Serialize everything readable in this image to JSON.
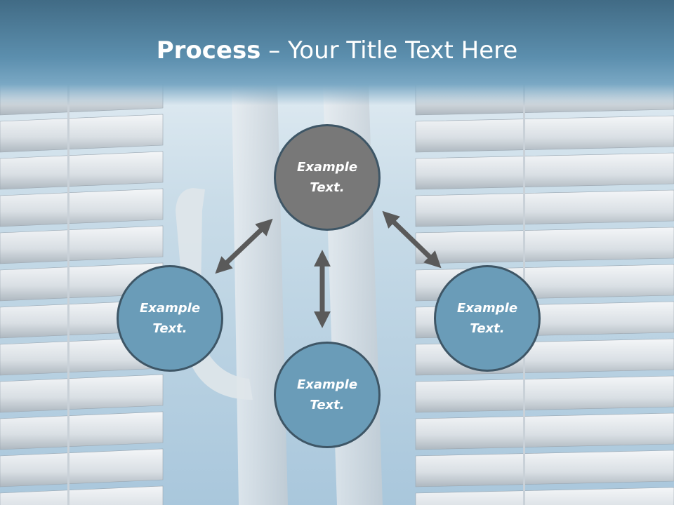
{
  "title": {
    "bold": "Process",
    "rest": " – Your Title Text Here"
  },
  "nodes": [
    {
      "id": "top",
      "line1": "Example",
      "line2": "Text."
    },
    {
      "id": "left",
      "line1": "Example",
      "line2": "Text."
    },
    {
      "id": "bottom",
      "line1": "Example",
      "line2": "Text."
    },
    {
      "id": "right",
      "line1": "Example",
      "line2": "Text."
    }
  ],
  "colors": {
    "header": "#4f82a1",
    "top_node": "#787878",
    "side_nodes": "#6a9cb8",
    "arrows": "#5a5a5a",
    "node_border": "#3e5666"
  },
  "background": "window-blinds-photo"
}
